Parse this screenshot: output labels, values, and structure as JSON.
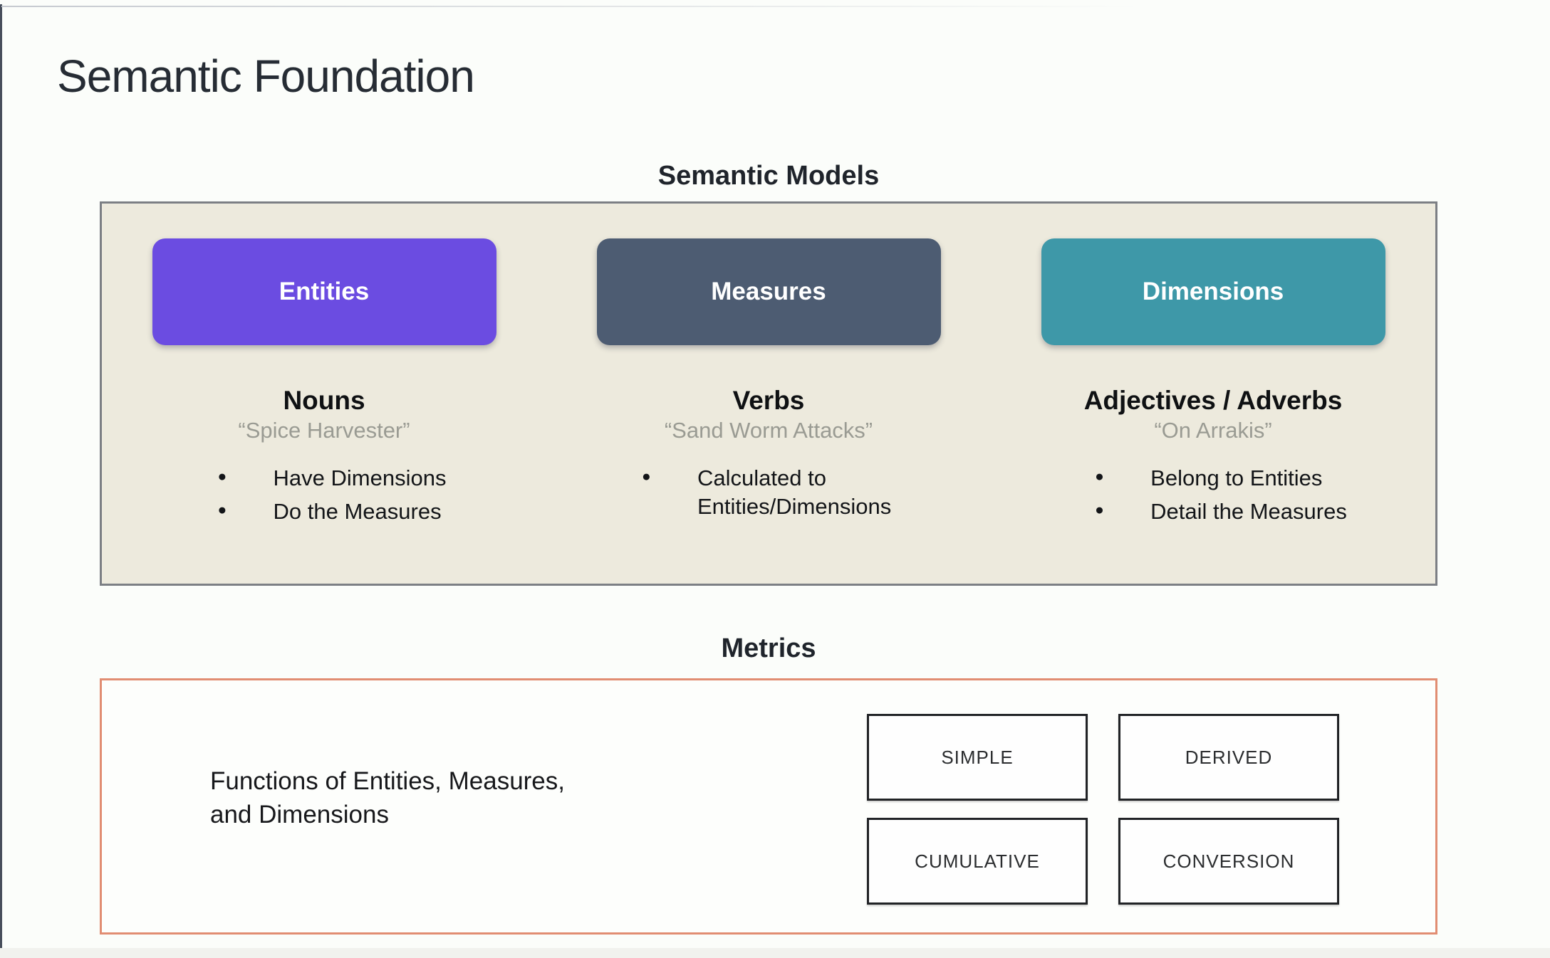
{
  "page": {
    "title": "Semantic Foundation"
  },
  "semantic_models": {
    "heading": "Semantic Models",
    "columns": [
      {
        "button": "Entities",
        "part_of_speech": "Nouns",
        "quote": "“Spice Harvester”",
        "bullets": [
          "Have Dimensions",
          "Do the Measures"
        ]
      },
      {
        "button": "Measures",
        "part_of_speech": "Verbs",
        "quote": "“Sand Worm Attacks”",
        "bullets": [
          "Calculated to Entities/Dimensions"
        ]
      },
      {
        "button": "Dimensions",
        "part_of_speech": "Adjectives / Adverbs",
        "quote": "“On Arrakis”",
        "bullets": [
          "Belong to Entities",
          "Detail the Measures"
        ]
      }
    ]
  },
  "metrics": {
    "heading": "Metrics",
    "description_lines": [
      "Functions of Entities, Measures,",
      "and Dimensions"
    ],
    "types": [
      "SIMPLE",
      "DERIVED",
      "CUMULATIVE",
      "CONVERSION"
    ]
  },
  "colors": {
    "entities_button": "#6b4ce1",
    "measures_button": "#4d5c72",
    "dimensions_button": "#3e98a8",
    "models_box_bg": "#edeadd",
    "models_box_border": "#7c7f84",
    "metrics_box_border": "#e18d72"
  }
}
